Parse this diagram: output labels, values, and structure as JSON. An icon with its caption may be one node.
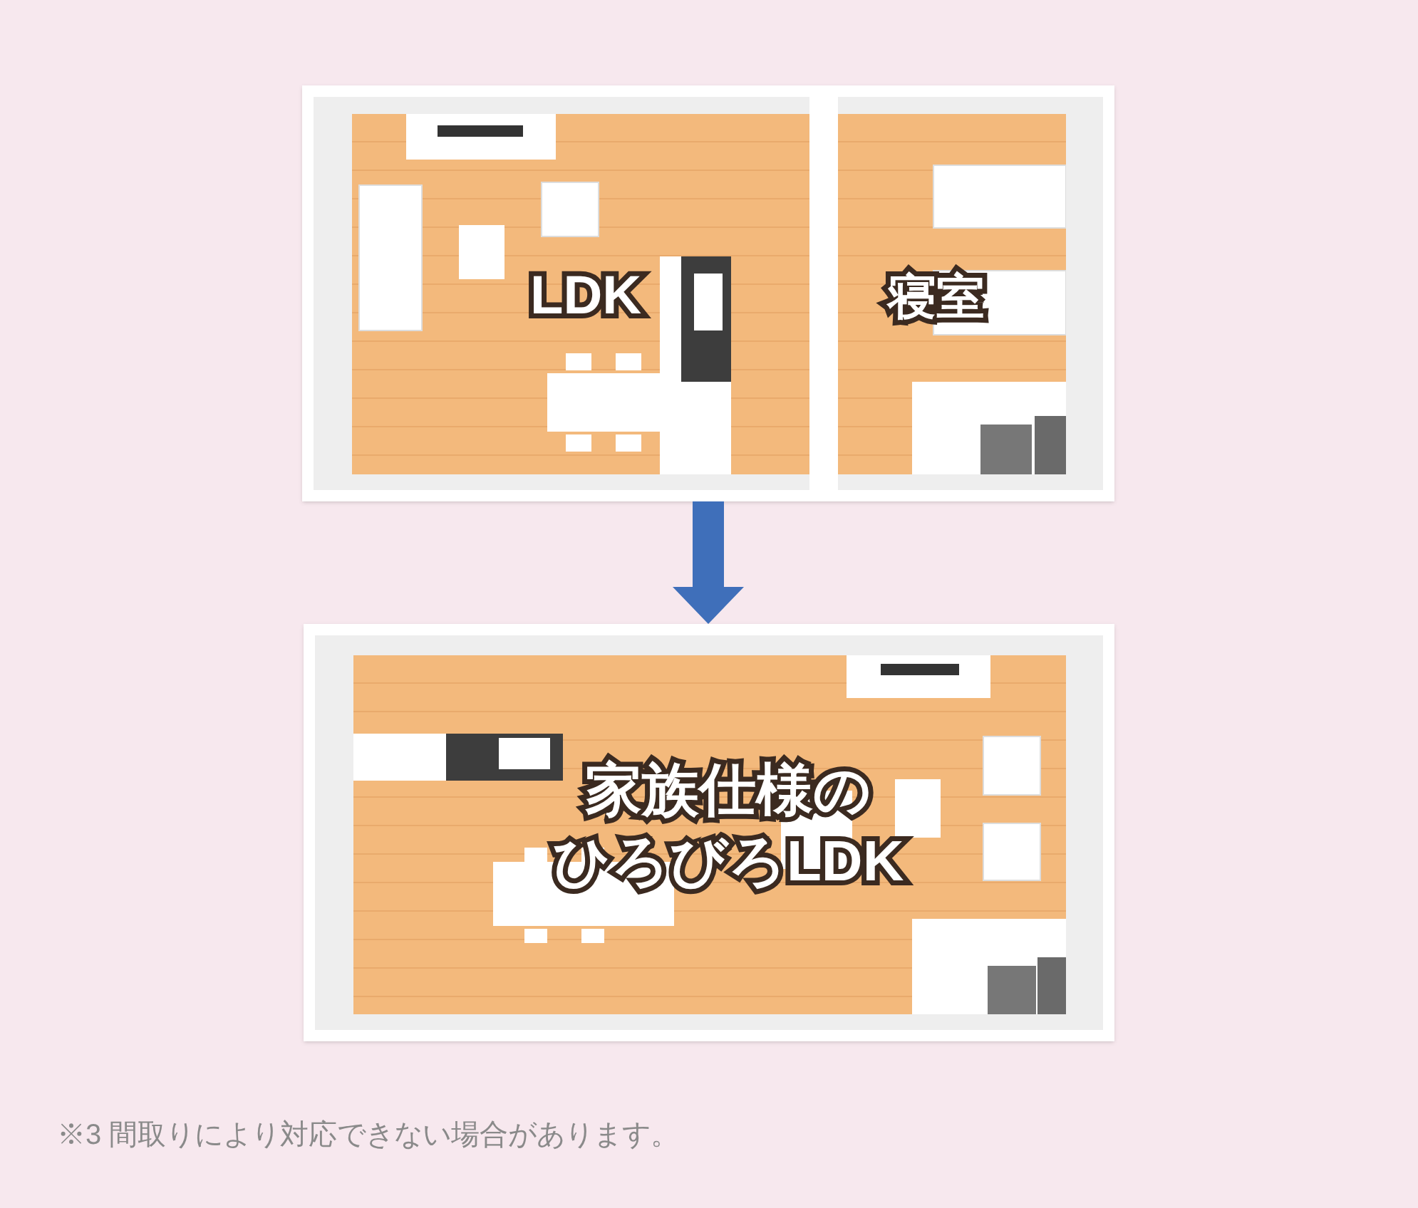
{
  "diagram": {
    "nodes": [
      {
        "text": [],
        "shape": "picture"
      },
      {
        "text": [
          "LDK"
        ],
        "in": 0
      },
      {
        "text": [
          "寝室"
        ],
        "in": 0
      },
      {
        "text": [],
        "shape": "picture"
      },
      {
        "text": [
          "家族仕様の",
          "ひろびろLDK"
        ],
        "in": 3
      }
    ],
    "edges": [
      {
        "from": 0,
        "to": 3,
        "arrow": "to",
        "color": "#3f6fba"
      }
    ],
    "labels": [
      "※3 間取りにより対応できない場合があります。"
    ]
  }
}
